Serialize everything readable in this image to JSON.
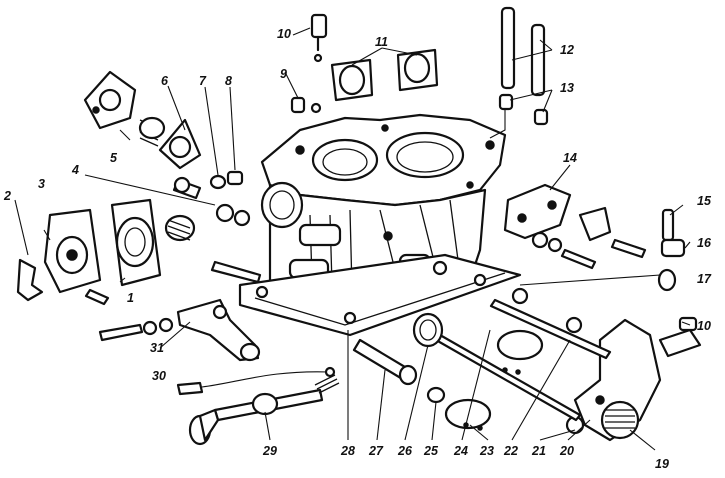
{
  "labels": {
    "l1": "1",
    "l2": "2",
    "l3": "3",
    "l4": "4",
    "l5": "5",
    "l6": "6",
    "l7": "7",
    "l8": "8",
    "l9": "9",
    "l10a": "10",
    "l10b": "10",
    "l11": "11",
    "l12": "12",
    "l13": "13",
    "l14": "14",
    "l15": "15",
    "l16": "16",
    "l17": "17",
    "l19": "19",
    "l20": "20",
    "l21": "21",
    "l22": "22",
    "l23": "23",
    "l24": "24",
    "l25": "25",
    "l26": "26",
    "l27": "27",
    "l28": "28",
    "l29": "29",
    "l30": "30",
    "l31": "31"
  }
}
